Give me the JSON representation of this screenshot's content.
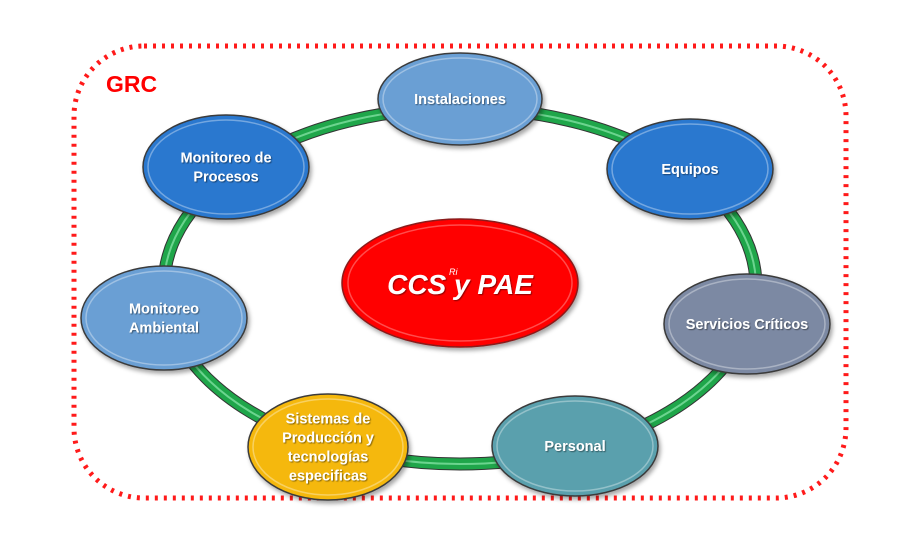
{
  "frame": {
    "label": "GRC",
    "border_color": "#ff0000",
    "border_style": "dotted"
  },
  "center": {
    "label": "CCS ",
    "connector": "y",
    "superscript": "Ri",
    "suffix": " PAE",
    "fill": "#ff0000"
  },
  "ring": {
    "color": "#1fa64a"
  },
  "nodes": [
    {
      "id": "instalaciones",
      "lines": [
        "Instalaciones"
      ],
      "fill": "#6a9fd4"
    },
    {
      "id": "equipos",
      "lines": [
        "Equipos"
      ],
      "fill": "#2a78cf"
    },
    {
      "id": "servicios-criticos",
      "lines": [
        "Servicios Críticos"
      ],
      "fill": "#7b89a3"
    },
    {
      "id": "personal",
      "lines": [
        "Personal"
      ],
      "fill": "#5aa0ad"
    },
    {
      "id": "sistemas-produccion",
      "lines": [
        "Sistemas de",
        "Producción y",
        "tecnologías",
        "especificas"
      ],
      "fill": "#f5b80d"
    },
    {
      "id": "monitoreo-ambiental",
      "lines": [
        "Monitoreo",
        "Ambiental"
      ],
      "fill": "#6a9fd4"
    },
    {
      "id": "monitoreo-procesos",
      "lines": [
        "Monitoreo de",
        "Procesos"
      ],
      "fill": "#2a78cf"
    }
  ]
}
